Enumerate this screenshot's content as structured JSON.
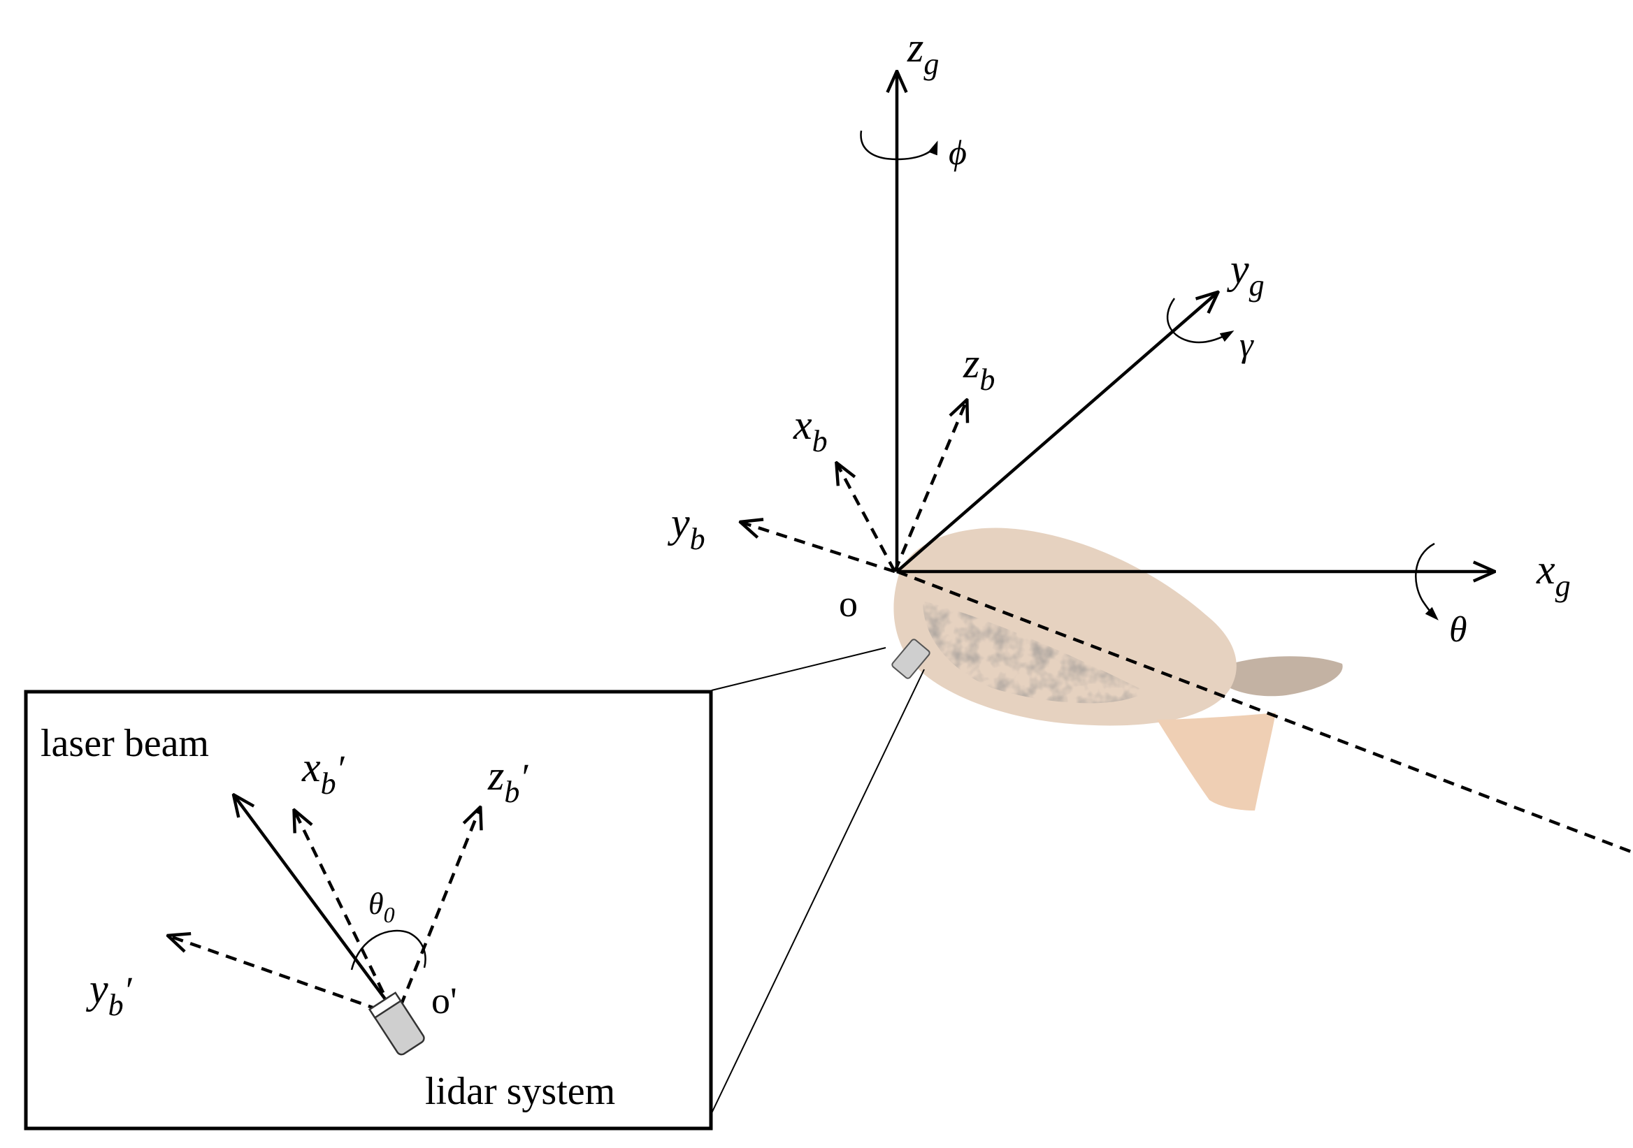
{
  "global_frame": {
    "origin": "o",
    "x_axis": {
      "base": "x",
      "sub": "g"
    },
    "y_axis": {
      "base": "y",
      "sub": "g"
    },
    "z_axis": {
      "base": "z",
      "sub": "g"
    },
    "rotations": {
      "x": "θ",
      "y": "γ",
      "z": "ϕ"
    }
  },
  "body_frame": {
    "x_axis": {
      "base": "x",
      "sub": "b"
    },
    "y_axis": {
      "base": "y",
      "sub": "b"
    },
    "z_axis": {
      "base": "z",
      "sub": "b"
    }
  },
  "inset": {
    "origin": "o'",
    "laser_label": "laser beam",
    "lidar_label": "lidar system",
    "x_axis": {
      "base": "x",
      "sub": "b",
      "prime": "′"
    },
    "y_axis": {
      "base": "y",
      "sub": "b",
      "prime": "′"
    },
    "z_axis": {
      "base": "z",
      "sub": "b",
      "prime": "′"
    },
    "angle": {
      "base": "θ",
      "sub": "0"
    }
  },
  "colors": {
    "airship_body": "#e6d2c0",
    "airship_fin": "#efcfb4",
    "airship_shadow": "#b9a493",
    "lidar": "#cfcfcf"
  }
}
